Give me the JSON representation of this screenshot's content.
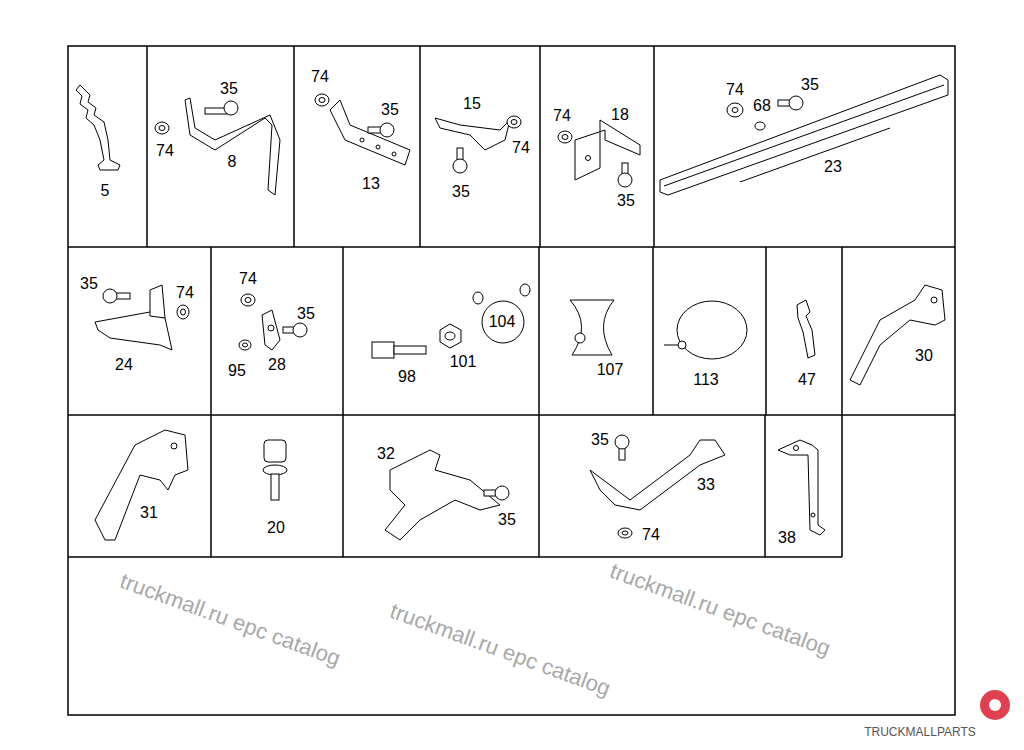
{
  "diagram": {
    "nodes": [
      {
        "text": [
          "5"
        ]
      },
      {
        "text": [
          "35",
          "74",
          "8"
        ]
      },
      {
        "text": [
          "74",
          "35",
          "13"
        ]
      },
      {
        "text": [
          "15",
          "74",
          "35"
        ]
      },
      {
        "text": [
          "74",
          "18",
          "35"
        ]
      },
      {
        "text": [
          "35",
          "74",
          "68",
          "23"
        ]
      },
      {
        "text": [
          "35",
          "74",
          "24"
        ]
      },
      {
        "text": [
          "74",
          "35",
          "28",
          "95"
        ]
      },
      {
        "text": [
          "104",
          "101",
          "98"
        ]
      },
      {
        "text": [
          "107"
        ]
      },
      {
        "text": [
          "113"
        ]
      },
      {
        "text": [
          "47"
        ]
      },
      {
        "text": [
          "30"
        ]
      },
      {
        "text": [
          "31"
        ]
      },
      {
        "text": [
          "20"
        ]
      },
      {
        "text": [
          "32",
          "35"
        ]
      },
      {
        "text": [
          "35",
          "33",
          "74"
        ]
      },
      {
        "text": [
          "38"
        ]
      }
    ],
    "labels": [
      "truckmall.ru epc catalog",
      "truckmall.ru epc catalog",
      "truckmall.ru epc catalog",
      "TRUCKMALLPARTS"
    ]
  }
}
